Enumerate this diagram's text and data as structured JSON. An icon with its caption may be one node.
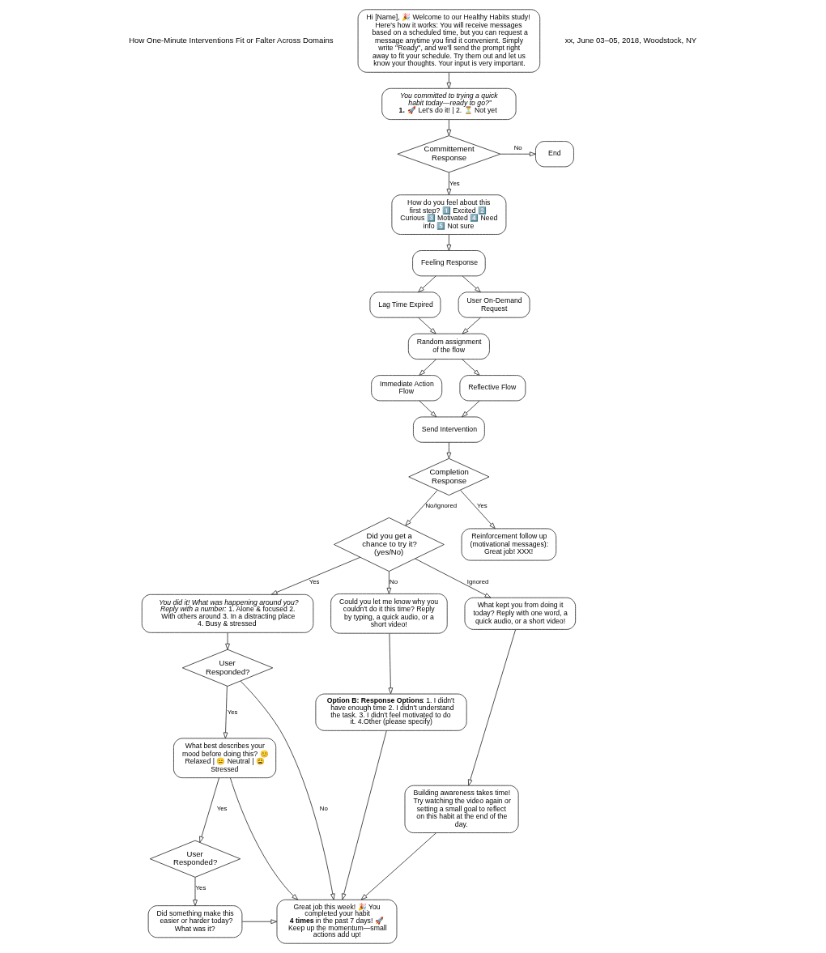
{
  "diagram": {
    "nodes": [
      {
        "text": [
          "Hi [Name], 🎉 Welcome to our Healthy Habits study! Here's how it works: You will receive messages based on a scheduled time, but you can request a message anytime you find it convenient. Simply write \"Ready\", and we'll send the prompt right away to fit your schedule. Try them out and let us know your thoughts. Your input is very important."
        ]
      },
      {
        "text": [
          "*You committed to trying a quick habit today—ready to go?”* **1.** 🚀 Let’s do it! | 2. ⏳ Not yet"
        ]
      },
      {
        "text": [
          "Committement Response"
        ]
      },
      {
        "text": [
          "End"
        ]
      },
      {
        "text": [
          "How do you feel about this first step? 1️⃣ Excited 2️⃣ Curious 3️⃣ Motivated 4️⃣ Need info 5️⃣ Not sure"
        ]
      },
      {
        "text": [
          "Feeling Response"
        ]
      },
      {
        "text": [
          "Lag Time Expired"
        ]
      },
      {
        "text": [
          "User On-Demand Request"
        ]
      },
      {
        "text": [
          "Random assignment of the flow"
        ]
      },
      {
        "text": [
          "Immediate Action Flow"
        ]
      },
      {
        "text": [
          "Reflective Flow"
        ]
      },
      {
        "text": [
          "Send Intervention"
        ]
      },
      {
        "text": [
          "Completion Response"
        ]
      },
      {
        "text": [
          "Reinforcement follow up (motivational messages):",
          "Great job! XXX!"
        ]
      },
      {
        "text": [
          "Did you get a chance to try it? (yes/No)"
        ]
      },
      {
        "text": [
          "*You did it! What was happening around you? Reply with a number:* 1. Alone & focused 2. With others around 3. In a distracting place 4. Busy & stressed"
        ]
      },
      {
        "text": [
          "Could you let me know why you couldn't do it this time? Reply by typing, a quick audio, or a short video!"
        ]
      },
      {
        "text": [
          "What kept you from doing it today? Reply with one word, a quick audio, or a short video!"
        ]
      },
      {
        "text": [
          "User Responded?"
        ]
      },
      {
        "text": [
          "**Option B: Response Options**: 1. I didn't have enough time 2. I didn't understand the task. 3. I didn't feel motivated to do it. 4.Other (please specify)"
        ]
      },
      {
        "text": [
          "Building awareness takes time! Try watching the video again or setting a small goal to reflect on this habit at the end of the day."
        ]
      },
      {
        "text": [
          "What best describes your mood before doing this? 😊 Relaxed | 😐 Neutral | 😩 Stressed"
        ]
      },
      {
        "text": [
          "User Responded?"
        ]
      },
      {
        "text": [
          "Did something make this easier or harder today? What was it?"
        ]
      },
      {
        "text": [
          "Great job this week! 🎉 You completed your habit **4 times** in the past 7 days! 🚀 Keep up the momentum—small actions add up!"
        ]
      }
    ],
    "edges": [
      {
        "from": 0,
        "to": 1,
        "arrow": "to"
      },
      {
        "from": 1,
        "to": 2,
        "arrow": "to"
      },
      {
        "from": 2,
        "to": 3,
        "arrow": "to",
        "label": "No"
      },
      {
        "from": 2,
        "to": 4,
        "arrow": "to",
        "label": "Yes"
      },
      {
        "from": 4,
        "to": 5,
        "arrow": "to"
      },
      {
        "from": 5,
        "to": 6,
        "arrow": "to"
      },
      {
        "from": 5,
        "to": 7,
        "arrow": "to"
      },
      {
        "from": 6,
        "to": 8,
        "arrow": "to"
      },
      {
        "from": 7,
        "to": 8,
        "arrow": "to"
      },
      {
        "from": 8,
        "to": 9,
        "arrow": "to"
      },
      {
        "from": 8,
        "to": 10,
        "arrow": "to"
      },
      {
        "from": 9,
        "to": 11,
        "arrow": "to"
      },
      {
        "from": 10,
        "to": 11,
        "arrow": "to"
      },
      {
        "from": 11,
        "to": 12,
        "arrow": "to"
      },
      {
        "from": 12,
        "to": 14,
        "arrow": "to",
        "label": "No/Ignored"
      },
      {
        "from": 12,
        "to": 13,
        "arrow": "to",
        "label": "Yes"
      },
      {
        "from": 14,
        "to": 15,
        "arrow": "to",
        "label": "Yes"
      },
      {
        "from": 14,
        "to": 16,
        "arrow": "to",
        "label": "No"
      },
      {
        "from": 14,
        "to": 17,
        "arrow": "to",
        "label": "Ignored"
      },
      {
        "from": 15,
        "to": 18,
        "arrow": "to"
      },
      {
        "from": 16,
        "to": 19,
        "arrow": "to"
      },
      {
        "from": 17,
        "to": 20,
        "arrow": "to"
      },
      {
        "from": 18,
        "to": 21,
        "arrow": "to",
        "label": "Yes"
      },
      {
        "from": 18,
        "to": 24,
        "arrow": "to",
        "label": "No"
      },
      {
        "from": 21,
        "to": 24,
        "arrow": "to"
      },
      {
        "from": 21,
        "to": 22,
        "arrow": "to",
        "label": "Yes"
      },
      {
        "from": 19,
        "to": 24,
        "arrow": "to"
      },
      {
        "from": 20,
        "to": 24,
        "arrow": "to"
      },
      {
        "from": 22,
        "to": 23,
        "arrow": "to",
        "label": "Yes"
      },
      {
        "from": 23,
        "to": 24,
        "arrow": "to"
      }
    ],
    "labels": [
      "How One-Minute Interventions Fit or Falter Across Domains",
      "xx, June 03–05, 2018, Woodstock, NY"
    ]
  }
}
